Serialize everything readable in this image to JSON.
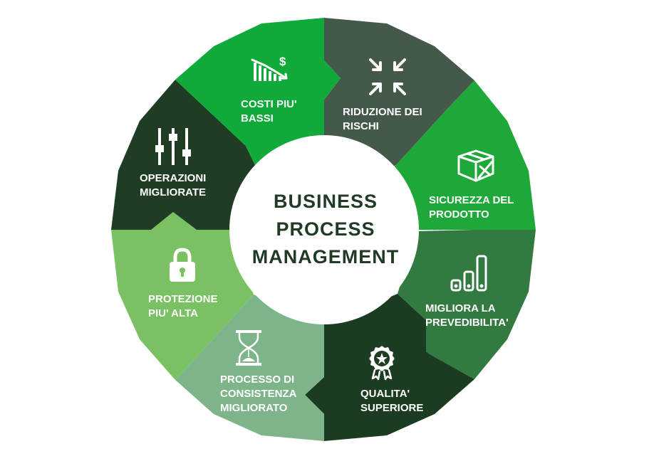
{
  "center": {
    "lines": [
      "BUSINESS",
      "PROCESS",
      "MANAGEMENT"
    ]
  },
  "segments": [
    {
      "id": "riduzione-rischi",
      "lines": [
        "RIDUZIONE DEI",
        "RISCHI"
      ],
      "color": "#44594a",
      "icon": "arrows-inward-icon"
    },
    {
      "id": "sicurezza-prodotto",
      "lines": [
        "SICUREZZA DEL",
        "PRODOTTO"
      ],
      "color": "#1fa83a",
      "icon": "package-box-icon"
    },
    {
      "id": "migliora-prevedibilita",
      "lines": [
        "MIGLIORA LA",
        "PREVEDIBILITA'"
      ],
      "color": "#337a40",
      "icon": "bar-levels-icon"
    },
    {
      "id": "qualita-superiore",
      "lines": [
        "QUALITA'",
        "SUPERIORE"
      ],
      "color": "#1c3c22",
      "icon": "award-badge-icon"
    },
    {
      "id": "processo-consistenza",
      "lines": [
        "PROCESSO DI",
        "CONSISTENZA",
        "MIGLIORATO"
      ],
      "color": "#7eb48a",
      "icon": "hourglass-icon"
    },
    {
      "id": "protezione-alta",
      "lines": [
        "PROTEZIONE",
        "PIU' ALTA"
      ],
      "color": "#79c163",
      "icon": "padlock-icon"
    },
    {
      "id": "operazioni-migliorate",
      "lines": [
        "OPERAZIONI",
        "MIGLIORATE"
      ],
      "color": "#1e3d24",
      "icon": "sliders-icon"
    },
    {
      "id": "costi-bassi",
      "lines": [
        "COSTI PIU'",
        "BASSI"
      ],
      "color": "#0faa3a",
      "icon": "chart-down-dollar-icon"
    }
  ]
}
